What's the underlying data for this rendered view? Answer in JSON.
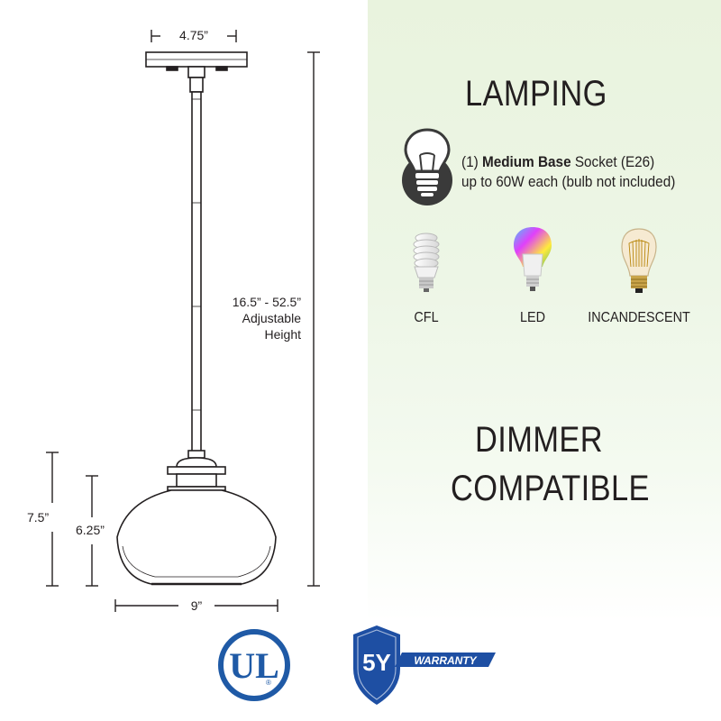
{
  "dimensions": {
    "canopy_width": "4.75”",
    "adjustable_height_range": "16.5” - 52.5”",
    "adjustable_label_line1": "Adjustable",
    "adjustable_label_line2": "Height",
    "overall_shade_height": "7.5”",
    "glass_height": "6.25”",
    "shade_width": "9”"
  },
  "lamping": {
    "title": "LAMPING",
    "socket_prefix": "(1) ",
    "socket_bold": "Medium Base",
    "socket_suffix": " Socket (E26)",
    "wattage_line": "up to 60W each (bulb not included)",
    "bulb_types": [
      {
        "label": "CFL",
        "icon": "cfl-bulb-icon"
      },
      {
        "label": "LED",
        "icon": "led-bulb-icon"
      },
      {
        "label": "INCANDESCENT",
        "icon": "incandescent-bulb-icon"
      }
    ]
  },
  "dimmer": {
    "line1": "DIMMER",
    "line2": "COMPATIBLE"
  },
  "badges": {
    "ul_letters": "UL",
    "warranty_years": "5Y",
    "warranty_word": "WARRANTY"
  },
  "colors": {
    "panel_green": "#e9f3de",
    "dark_text": "#231f20",
    "ul_blue": "#1f5aa6",
    "shield_blue": "#1e4fa3",
    "bulb_icon_dark": "#3a3a3a"
  }
}
